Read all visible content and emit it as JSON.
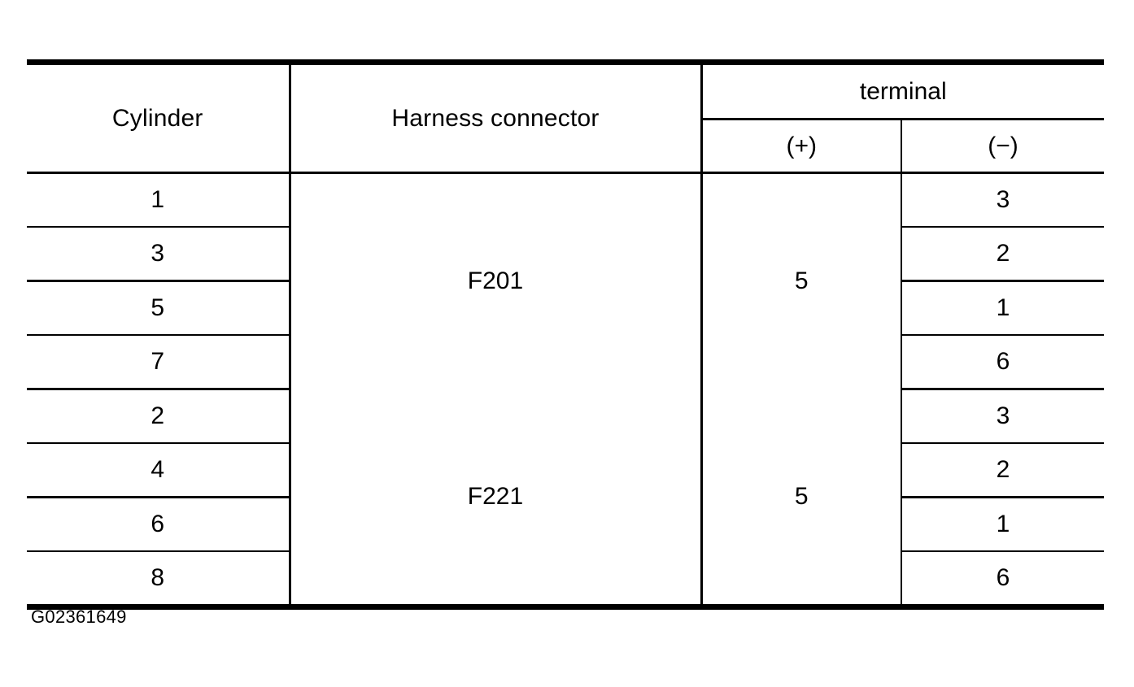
{
  "table": {
    "headers": {
      "cylinder": "Cylinder",
      "harness_connector": "Harness connector",
      "terminal": "terminal",
      "terminal_positive": "(+)",
      "terminal_negative": "(−)"
    },
    "groups": [
      {
        "harness_connector": "F201",
        "terminal_positive": "5",
        "rows": [
          {
            "cylinder": "1",
            "terminal_negative": "3"
          },
          {
            "cylinder": "3",
            "terminal_negative": "2"
          },
          {
            "cylinder": "5",
            "terminal_negative": "1"
          },
          {
            "cylinder": "7",
            "terminal_negative": "6"
          }
        ]
      },
      {
        "harness_connector": "F221",
        "terminal_positive": "5",
        "rows": [
          {
            "cylinder": "2",
            "terminal_negative": "3"
          },
          {
            "cylinder": "4",
            "terminal_negative": "2"
          },
          {
            "cylinder": "6",
            "terminal_negative": "1"
          },
          {
            "cylinder": "8",
            "terminal_negative": "6"
          }
        ]
      }
    ]
  },
  "caption": {
    "figure_id": "G02361649"
  },
  "colors": {
    "text": "#000000",
    "background": "#ffffff",
    "rule": "#000000"
  }
}
